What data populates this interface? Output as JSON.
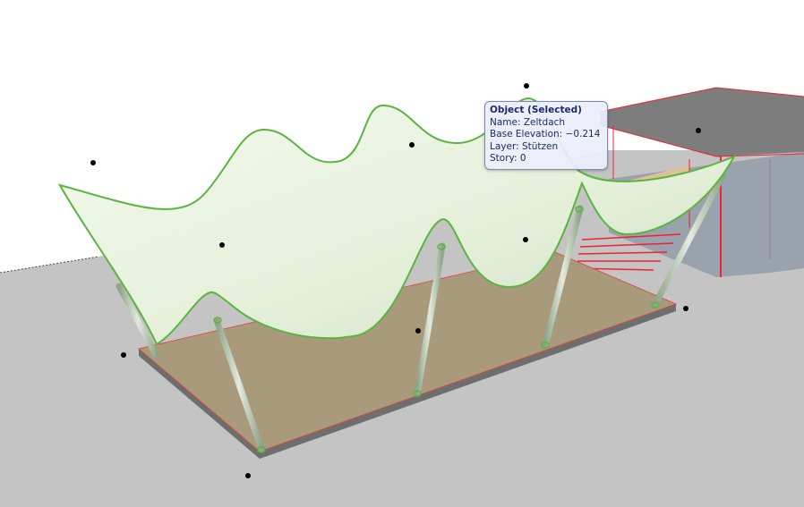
{
  "tooltip": {
    "title": "Object (Selected)",
    "name": "Name: Zeltdach",
    "elevation": "Base Elevation: −0.214",
    "layer": "Layer: Stützen",
    "story": "Story: 0"
  },
  "colors": {
    "ground": "#c4c4c4",
    "deck": "#a99a7c",
    "membrane": "#e9f3e1",
    "selection": "#5ab540",
    "tooltip_text": "#1b2a6b"
  }
}
